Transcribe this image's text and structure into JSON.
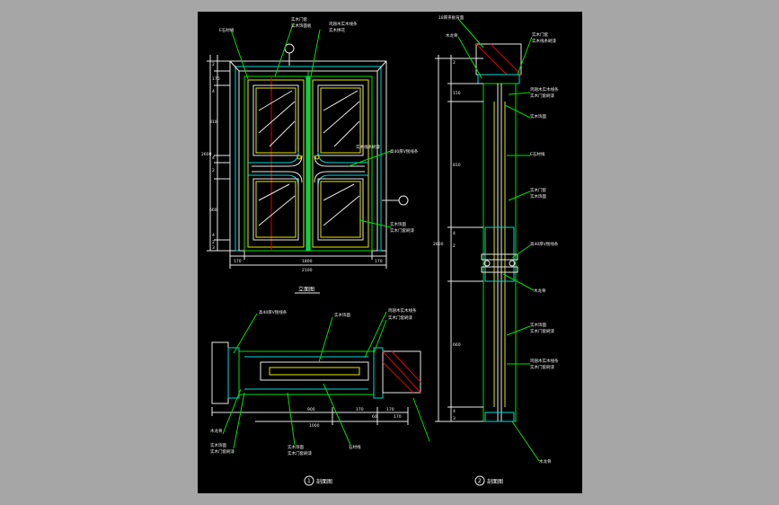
{
  "drawing": {
    "views": {
      "elevation": "立面图",
      "section_a": "剖面图",
      "section_b": "剖面图",
      "section_a_mark": "1",
      "section_b_mark": "2"
    },
    "elevation_notes": [
      "E石材线",
      "实木门套",
      "实木饰面板",
      "鸡翅木实木线条",
      "实木拼花",
      "高40厚V刨线条",
      "实木饰面",
      "实木门套刷漆",
      "实木线条刷漆"
    ],
    "elevation_dims": {
      "bottom_parts": [
        "170",
        "1800",
        "170"
      ],
      "bottom_total": "2100",
      "left_parts": [
        "2",
        "170",
        "4",
        "810",
        "4",
        "2",
        "660",
        "4",
        "2",
        "3"
      ],
      "left_total": "2600"
    },
    "section_a_notes": [
      "高40厚V刨线条",
      "实木饰面",
      "鸡翅木实木线条",
      "实木门套刷漆",
      "石材线",
      "实木饰面",
      "实木门套刷漆",
      "木龙骨",
      "实木饰面",
      "实木门套刷漆"
    ],
    "section_a_dims": [
      "900",
      "170",
      "170",
      "1000",
      "60",
      "170"
    ],
    "section_b_notes": [
      "18厚夹板背面",
      "木龙骨",
      "实木门套",
      "实木线条刷漆",
      "鸡翅木实木线条",
      "实木门套刷漆",
      "实木饰面",
      "E石材线",
      "实木门套",
      "实木饰面",
      "高40厚V刨线条",
      "木龙骨",
      "实木饰面",
      "实木门套刷漆",
      "鸡翅木实木线条",
      "实木门套刷漆",
      "木龙骨"
    ],
    "section_b_dims": [
      "2",
      "150",
      "810",
      "4",
      "2",
      "660",
      "4",
      "3"
    ],
    "section_b_total": "2600"
  }
}
